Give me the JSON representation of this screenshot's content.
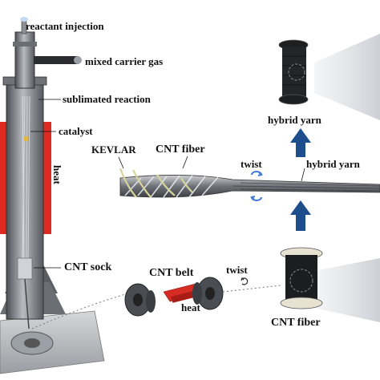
{
  "labels": {
    "reactant_injection": "reactant injection",
    "mixed_carrier_gas": "mixed carrier gas",
    "sublimated_reaction": "sublimated reaction",
    "catalyst": "catalyst",
    "heat_furnace": "heat",
    "cnt_sock": "CNT sock",
    "cnt_belt": "CNT belt",
    "heat_belt": "heat",
    "twist_lower": "twist",
    "cnt_fiber_spool": "CNT fiber",
    "kevlar": "KEVLAR",
    "cnt_fiber_top": "CNT fiber",
    "twist_upper": "twist",
    "hybrid_yarn_right": "hybrid yarn",
    "hybrid_yarn_top": "hybrid yarn"
  },
  "colors": {
    "furnace_red": "#dd2a22",
    "arrow_blue": "#1f4e8c",
    "twist_blue": "#3b7bd6",
    "kevlar_yellow": "#d6d49a",
    "beam_gray": "#cfd2d6",
    "metal": "#8d9196"
  }
}
